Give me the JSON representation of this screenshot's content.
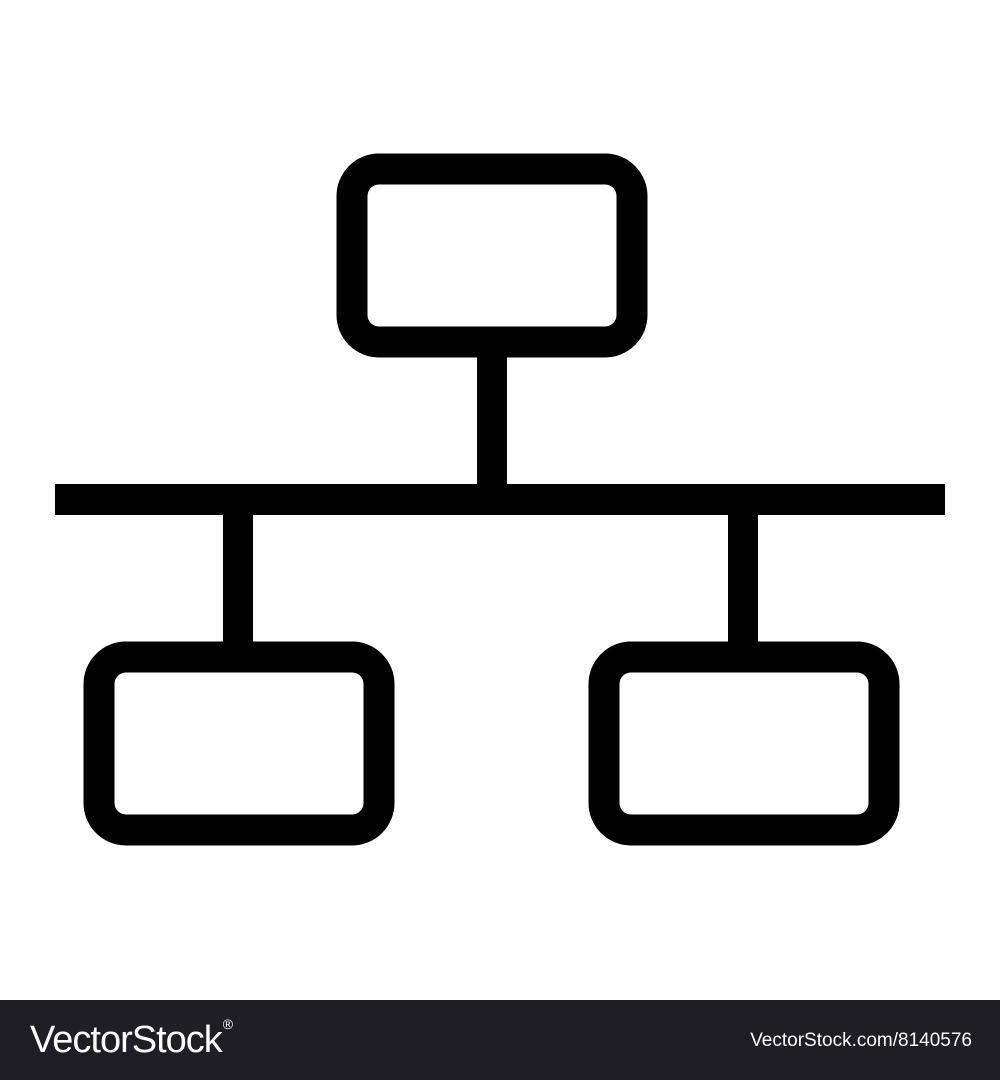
{
  "diagram": {
    "nodes": [
      {
        "id": "root",
        "label": ""
      },
      {
        "id": "left-child",
        "label": ""
      },
      {
        "id": "right-child",
        "label": ""
      }
    ],
    "edges": [
      {
        "from": "root",
        "to": "left-child"
      },
      {
        "from": "root",
        "to": "right-child"
      }
    ],
    "colors": {
      "stroke": "#000000",
      "fill": "#ffffff",
      "footer_background": "#1e1e24",
      "footer_text": "#ffffff"
    }
  },
  "footer": {
    "brand": "VectorStock",
    "brand_mark": "®",
    "image_ref": "VectorStock.com/8140576"
  }
}
